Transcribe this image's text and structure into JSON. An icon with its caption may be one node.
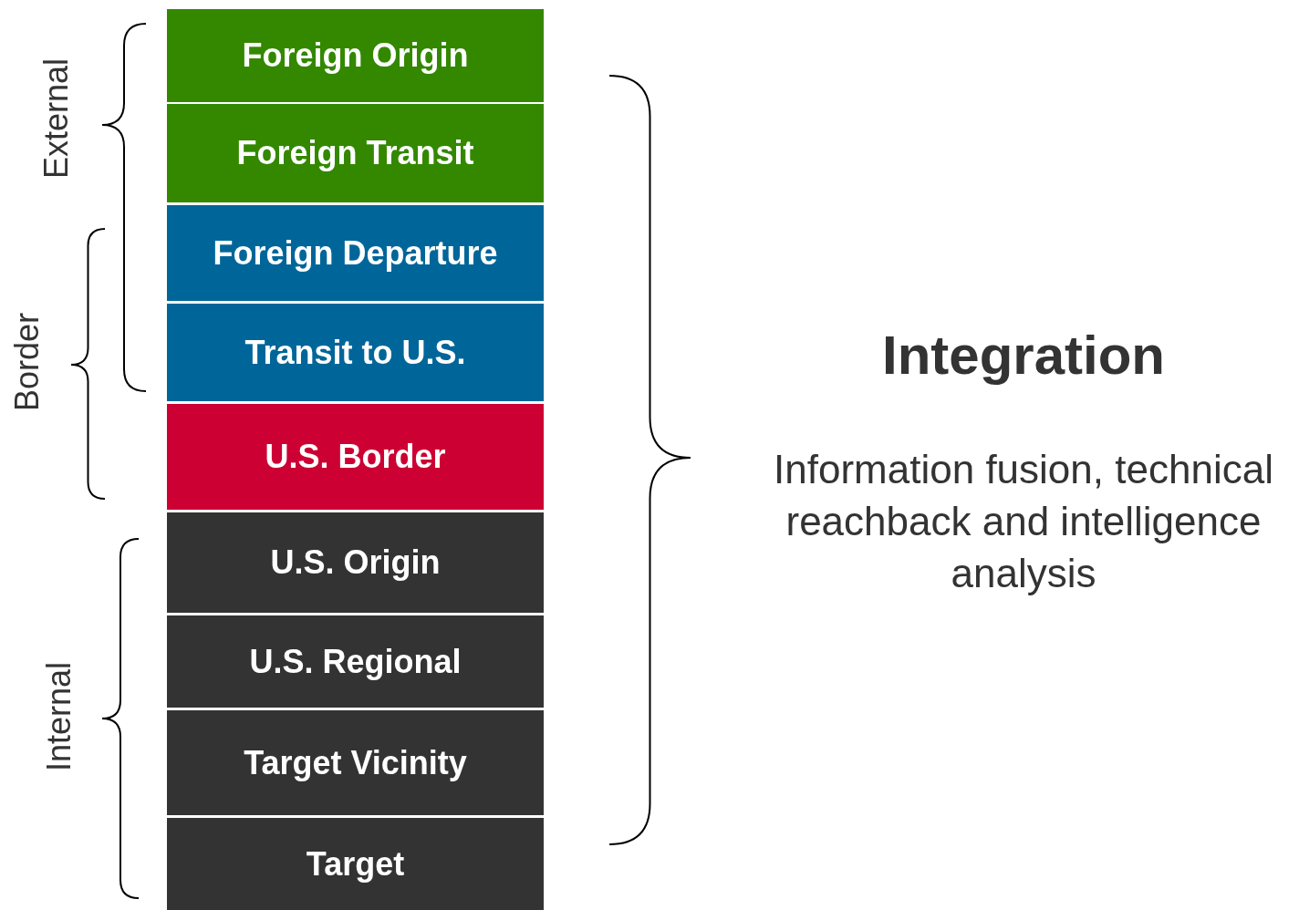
{
  "diagram": {
    "nodes": [
      {
        "text": [
          "Foreign Origin"
        ]
      },
      {
        "text": [
          "Foreign Transit"
        ]
      },
      {
        "text": [
          "Foreign Departure"
        ]
      },
      {
        "text": [
          "Transit to U.S."
        ]
      },
      {
        "text": [
          "U.S. Border"
        ]
      },
      {
        "text": [
          "U.S. Origin"
        ]
      },
      {
        "text": [
          "U.S. Regional"
        ]
      },
      {
        "text": [
          "Target Vicinity"
        ]
      },
      {
        "text": [
          "Target"
        ]
      }
    ],
    "edges": [],
    "labels": [
      "External",
      "Border",
      "Internal",
      "Integration",
      "Information fusion, technical reachback and intelligence analysis"
    ]
  }
}
